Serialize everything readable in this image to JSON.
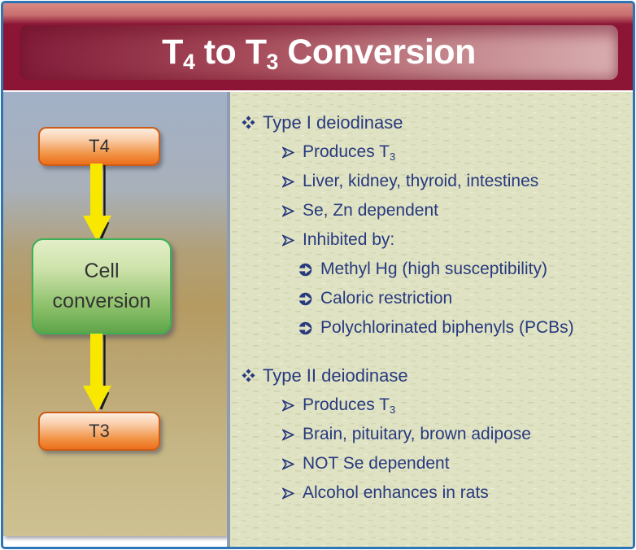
{
  "slide": {
    "title_rich": "T_4_ to T_3_ Conversion"
  },
  "flowchart": {
    "nodes": [
      {
        "id": "t4",
        "label": "T4"
      },
      {
        "id": "cell",
        "label": "Cell conversion"
      },
      {
        "id": "t3",
        "label": "T3"
      }
    ],
    "arrows": [
      {
        "from": "t4",
        "to": "cell",
        "icon": "down-arrow"
      },
      {
        "from": "cell",
        "to": "t3",
        "icon": "down-arrow"
      }
    ]
  },
  "outline": {
    "sections": [
      {
        "heading": "Type I deiodinase",
        "heading_bullet": "diamond-cluster",
        "items": [
          {
            "level": 2,
            "bullet": "arrowhead",
            "text_rich": "Produces T_3_"
          },
          {
            "level": 2,
            "bullet": "arrowhead",
            "text_rich": "Liver, kidney, thyroid, intestines"
          },
          {
            "level": 2,
            "bullet": "arrowhead",
            "text_rich": "Se, Zn dependent"
          },
          {
            "level": 2,
            "bullet": "arrowhead",
            "text_rich": "Inhibited by:"
          },
          {
            "level": 3,
            "bullet": "circle-arrow",
            "text_rich": "Methyl Hg (high susceptibility)"
          },
          {
            "level": 3,
            "bullet": "circle-arrow",
            "text_rich": "Caloric restriction"
          },
          {
            "level": 3,
            "bullet": "circle-arrow",
            "text_rich": "Polychlorinated biphenyls (PCBs)"
          }
        ]
      },
      {
        "heading": "Type II deiodinase",
        "heading_bullet": "diamond-cluster",
        "items": [
          {
            "level": 2,
            "bullet": "arrowhead",
            "text_rich": "Produces T_3_"
          },
          {
            "level": 2,
            "bullet": "arrowhead",
            "text_rich": "Brain, pituitary, brown adipose"
          },
          {
            "level": 2,
            "bullet": "arrowhead",
            "text_rich": "NOT Se dependent"
          },
          {
            "level": 2,
            "bullet": "arrowhead",
            "text_rich": "Alcohol enhances in rats"
          }
        ]
      }
    ]
  },
  "colors": {
    "title_frame_maroon": "#8c1536",
    "title_band_salmon": "#c86f6f",
    "title_text": "#ffffff",
    "outline_text_navy": "#27397f",
    "right_panel_bg": "#e0e3c3",
    "left_panel_top": "#a2b1c7",
    "left_panel_mid": "#b59a62",
    "left_panel_bottom": "#cec192",
    "node_orange": "#ec6f1c",
    "node_orange_border": "#cd5c16",
    "node_green": "#5fa549",
    "node_green_border": "#3bb054",
    "arrow_yellow": "#f8e800",
    "slide_border_blue": "#2e75b6"
  }
}
